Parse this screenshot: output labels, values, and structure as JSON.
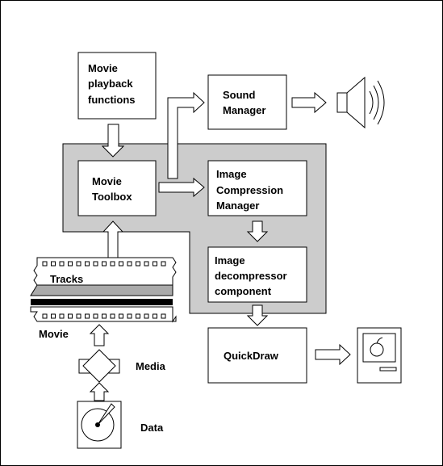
{
  "boxes": {
    "playback": [
      "Movie",
      "playback",
      "functions"
    ],
    "toolbox": [
      "Movie",
      "Toolbox"
    ],
    "sound": [
      "Sound",
      "Manager"
    ],
    "icm": [
      "Image",
      "Compression",
      "Manager"
    ],
    "decompressor": [
      "Image",
      "decompressor",
      "component"
    ],
    "quickdraw": [
      "QuickDraw"
    ]
  },
  "labels": {
    "tracks": "Tracks",
    "movie": "Movie",
    "media": "Media",
    "data": "Data"
  },
  "icons": [
    "speaker-icon",
    "macintosh-computer-icon",
    "disk-icon",
    "film-strip-icon",
    "media-diamond-icon"
  ],
  "colors": {
    "region": "#cccccc",
    "stripe_gray": "#aaaaaa",
    "stroke": "#000000"
  }
}
